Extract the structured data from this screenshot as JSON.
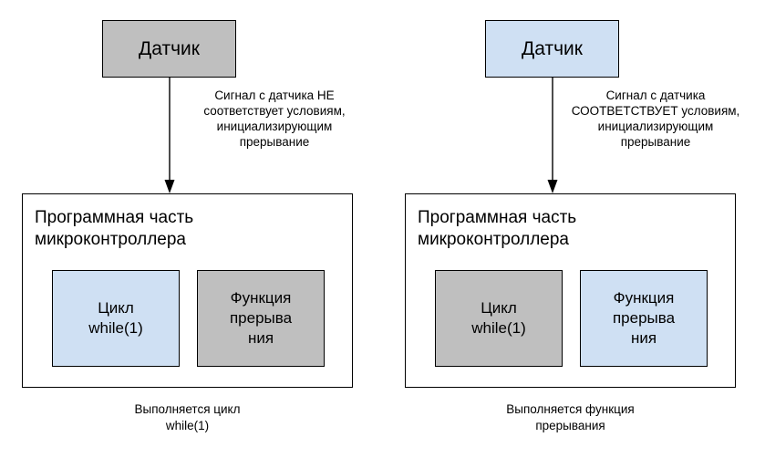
{
  "colors": {
    "gray_fill": "#bfbfbf",
    "blue_fill": "#cfe0f3",
    "stroke": "#000000",
    "background": "#ffffff"
  },
  "panels": {
    "left": {
      "sensor_label": "Датчик",
      "sensor_fill": "gray",
      "arrow_label": "Сигнал с датчика НЕ\nсоответствует условиям,\nинициализирующим\nпрерывание",
      "mcu_title": "Программная часть\nмикроконтроллера",
      "inner_left_label": "Цикл\nwhile(1)",
      "inner_left_fill": "blue",
      "inner_right_label": "Функция\nпрерыва\nния",
      "inner_right_fill": "gray",
      "bottom_caption": "Выполняется цикл\nwhile(1)"
    },
    "right": {
      "sensor_label": "Датчик",
      "sensor_fill": "blue",
      "arrow_label": "Сигнал с датчика\nСООТВЕТСТВУЕТ\nусловиям,\nинициализирующим\nпрерывание",
      "mcu_title": "Программная часть\nмикроконтроллера",
      "inner_left_label": "Цикл\nwhile(1)",
      "inner_left_fill": "gray",
      "inner_right_label": "Функция\nпрерыва\nния",
      "inner_right_fill": "blue",
      "bottom_caption": "Выполняется функция\nпрерывания"
    }
  }
}
